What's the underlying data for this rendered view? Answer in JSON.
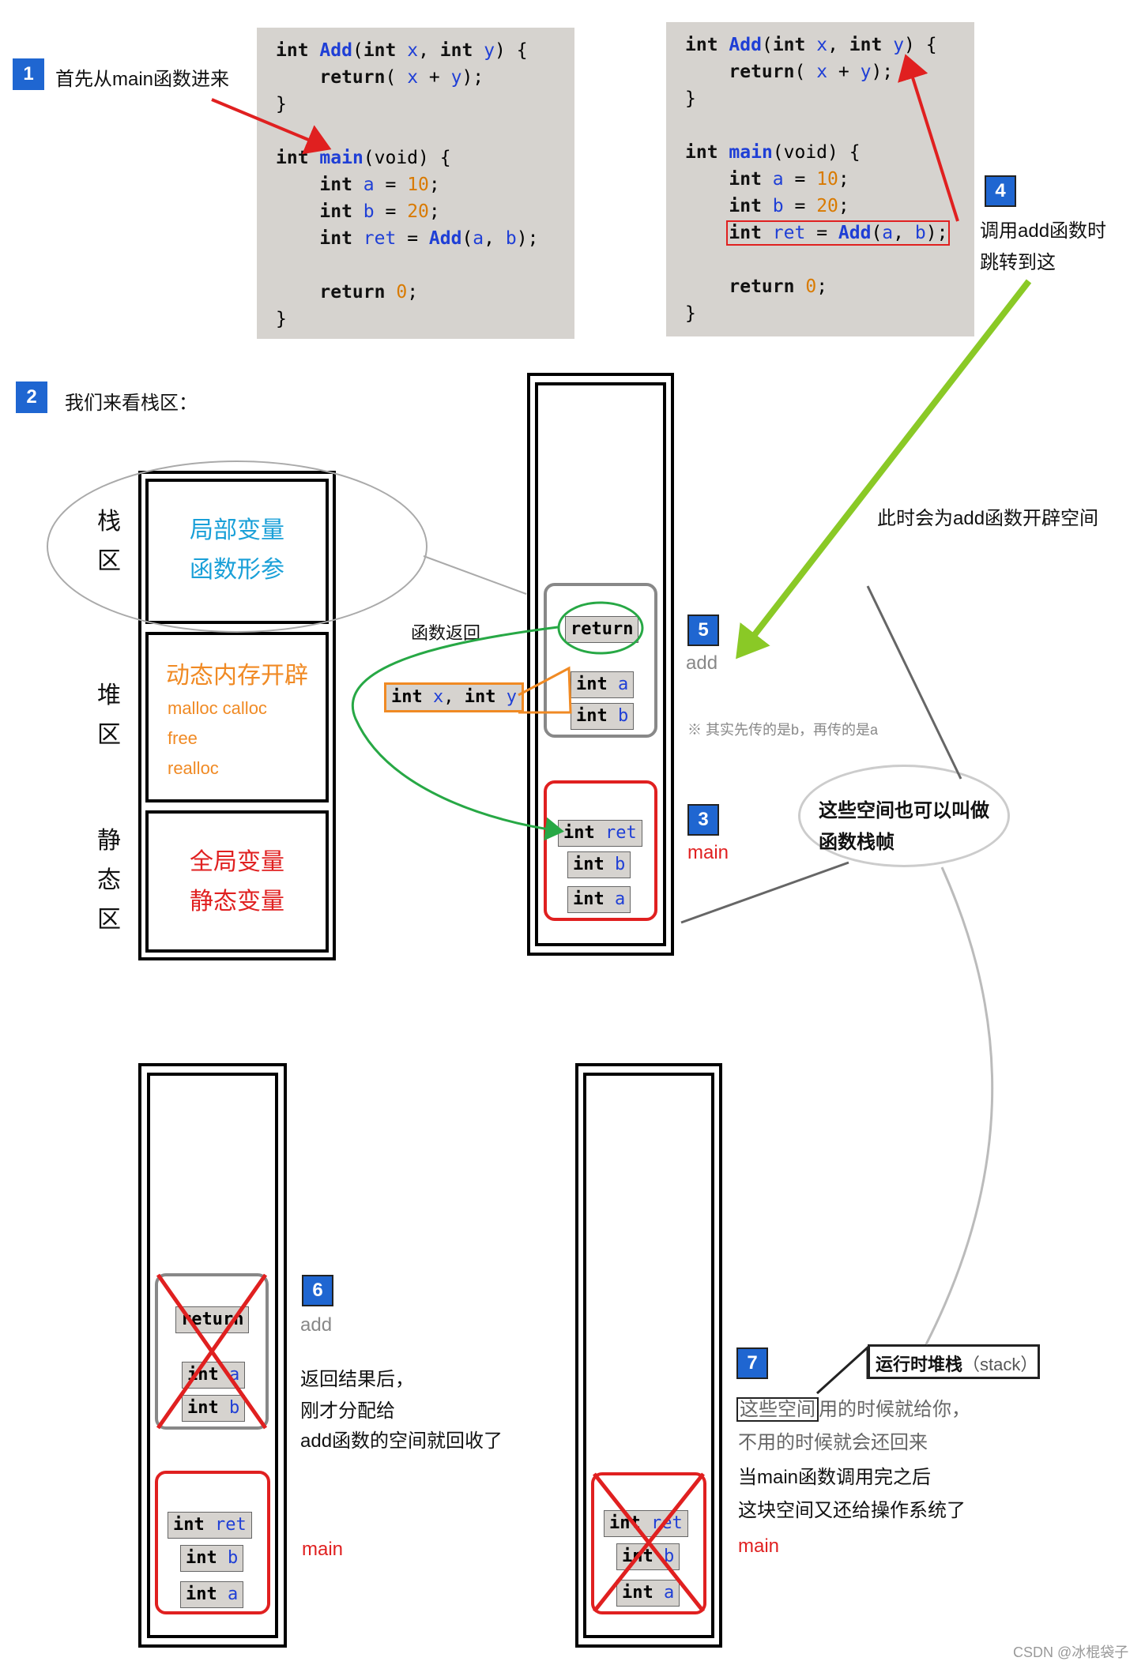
{
  "steps": {
    "s1": {
      "num": "1",
      "text": "首先从main函数进来"
    },
    "s2": {
      "num": "2",
      "text": "我们来看栈区："
    },
    "s3": {
      "num": "3",
      "label": "main"
    },
    "s4": {
      "num": "4",
      "line1": "调用add函数时",
      "line2": "跳转到这"
    },
    "s5": {
      "num": "5",
      "label": "add"
    },
    "s6": {
      "num": "6",
      "label": "add",
      "line1": "返回结果后，",
      "line2": "刚才分配给",
      "line3": "add函数的空间就回收了",
      "main": "main"
    },
    "s7": {
      "num": "7",
      "line1a": "这些空间",
      "line1b": "用的时候就给你，",
      "line2": "不用的时候就会还回来",
      "line3": "当main函数调用完之后",
      "line4": "这块空间又还给操作系统了",
      "main": "main"
    }
  },
  "code": {
    "add_sig": [
      "int",
      "Add",
      "(",
      "int",
      "x",
      ", ",
      "int",
      "y",
      ") {"
    ],
    "return_kw": "return",
    "main_kw": "main",
    "void_kw": "(void) {",
    "int_kw": "int",
    "a": "a",
    "b": "b",
    "ret": "ret",
    "x": "x",
    "y": "y",
    "ten": "10",
    "twenty": "20",
    "zero": "0",
    "add_call": "Add",
    "close": "}"
  },
  "memory": {
    "stack_side": [
      "栈",
      "区"
    ],
    "heap_side": [
      "堆",
      "区"
    ],
    "static_side": [
      "静",
      "态",
      "区"
    ],
    "stack_line1": "局部变量",
    "stack_line2": "函数形参",
    "heap_title": "动态内存开辟",
    "heap_items": [
      "malloc   calloc",
      "free",
      "realloc"
    ],
    "static_line1": "全局变量",
    "static_line2": "静态变量"
  },
  "annotations": {
    "func_return": "函数返回",
    "params": "int x, int y",
    "open_space": "此时会为add函数开辟空间",
    "note_order": "※ 其实先传的是b，再传的是a",
    "frame_line1": "这些空间也可以叫做",
    "frame_line2": "函数栈帧",
    "runtime_stack_bold": "运行时堆栈",
    "runtime_stack_paren": "（stack）",
    "watermark": "CSDN @冰棍袋子"
  },
  "colors": {
    "blue_tag": "#1f66d1",
    "red": "#e02020",
    "green": "#27a845",
    "orange": "#f08a24",
    "cyan": "#1aa0d8",
    "gray_frame": "#888888",
    "lime_arrow": "#8ac926"
  }
}
